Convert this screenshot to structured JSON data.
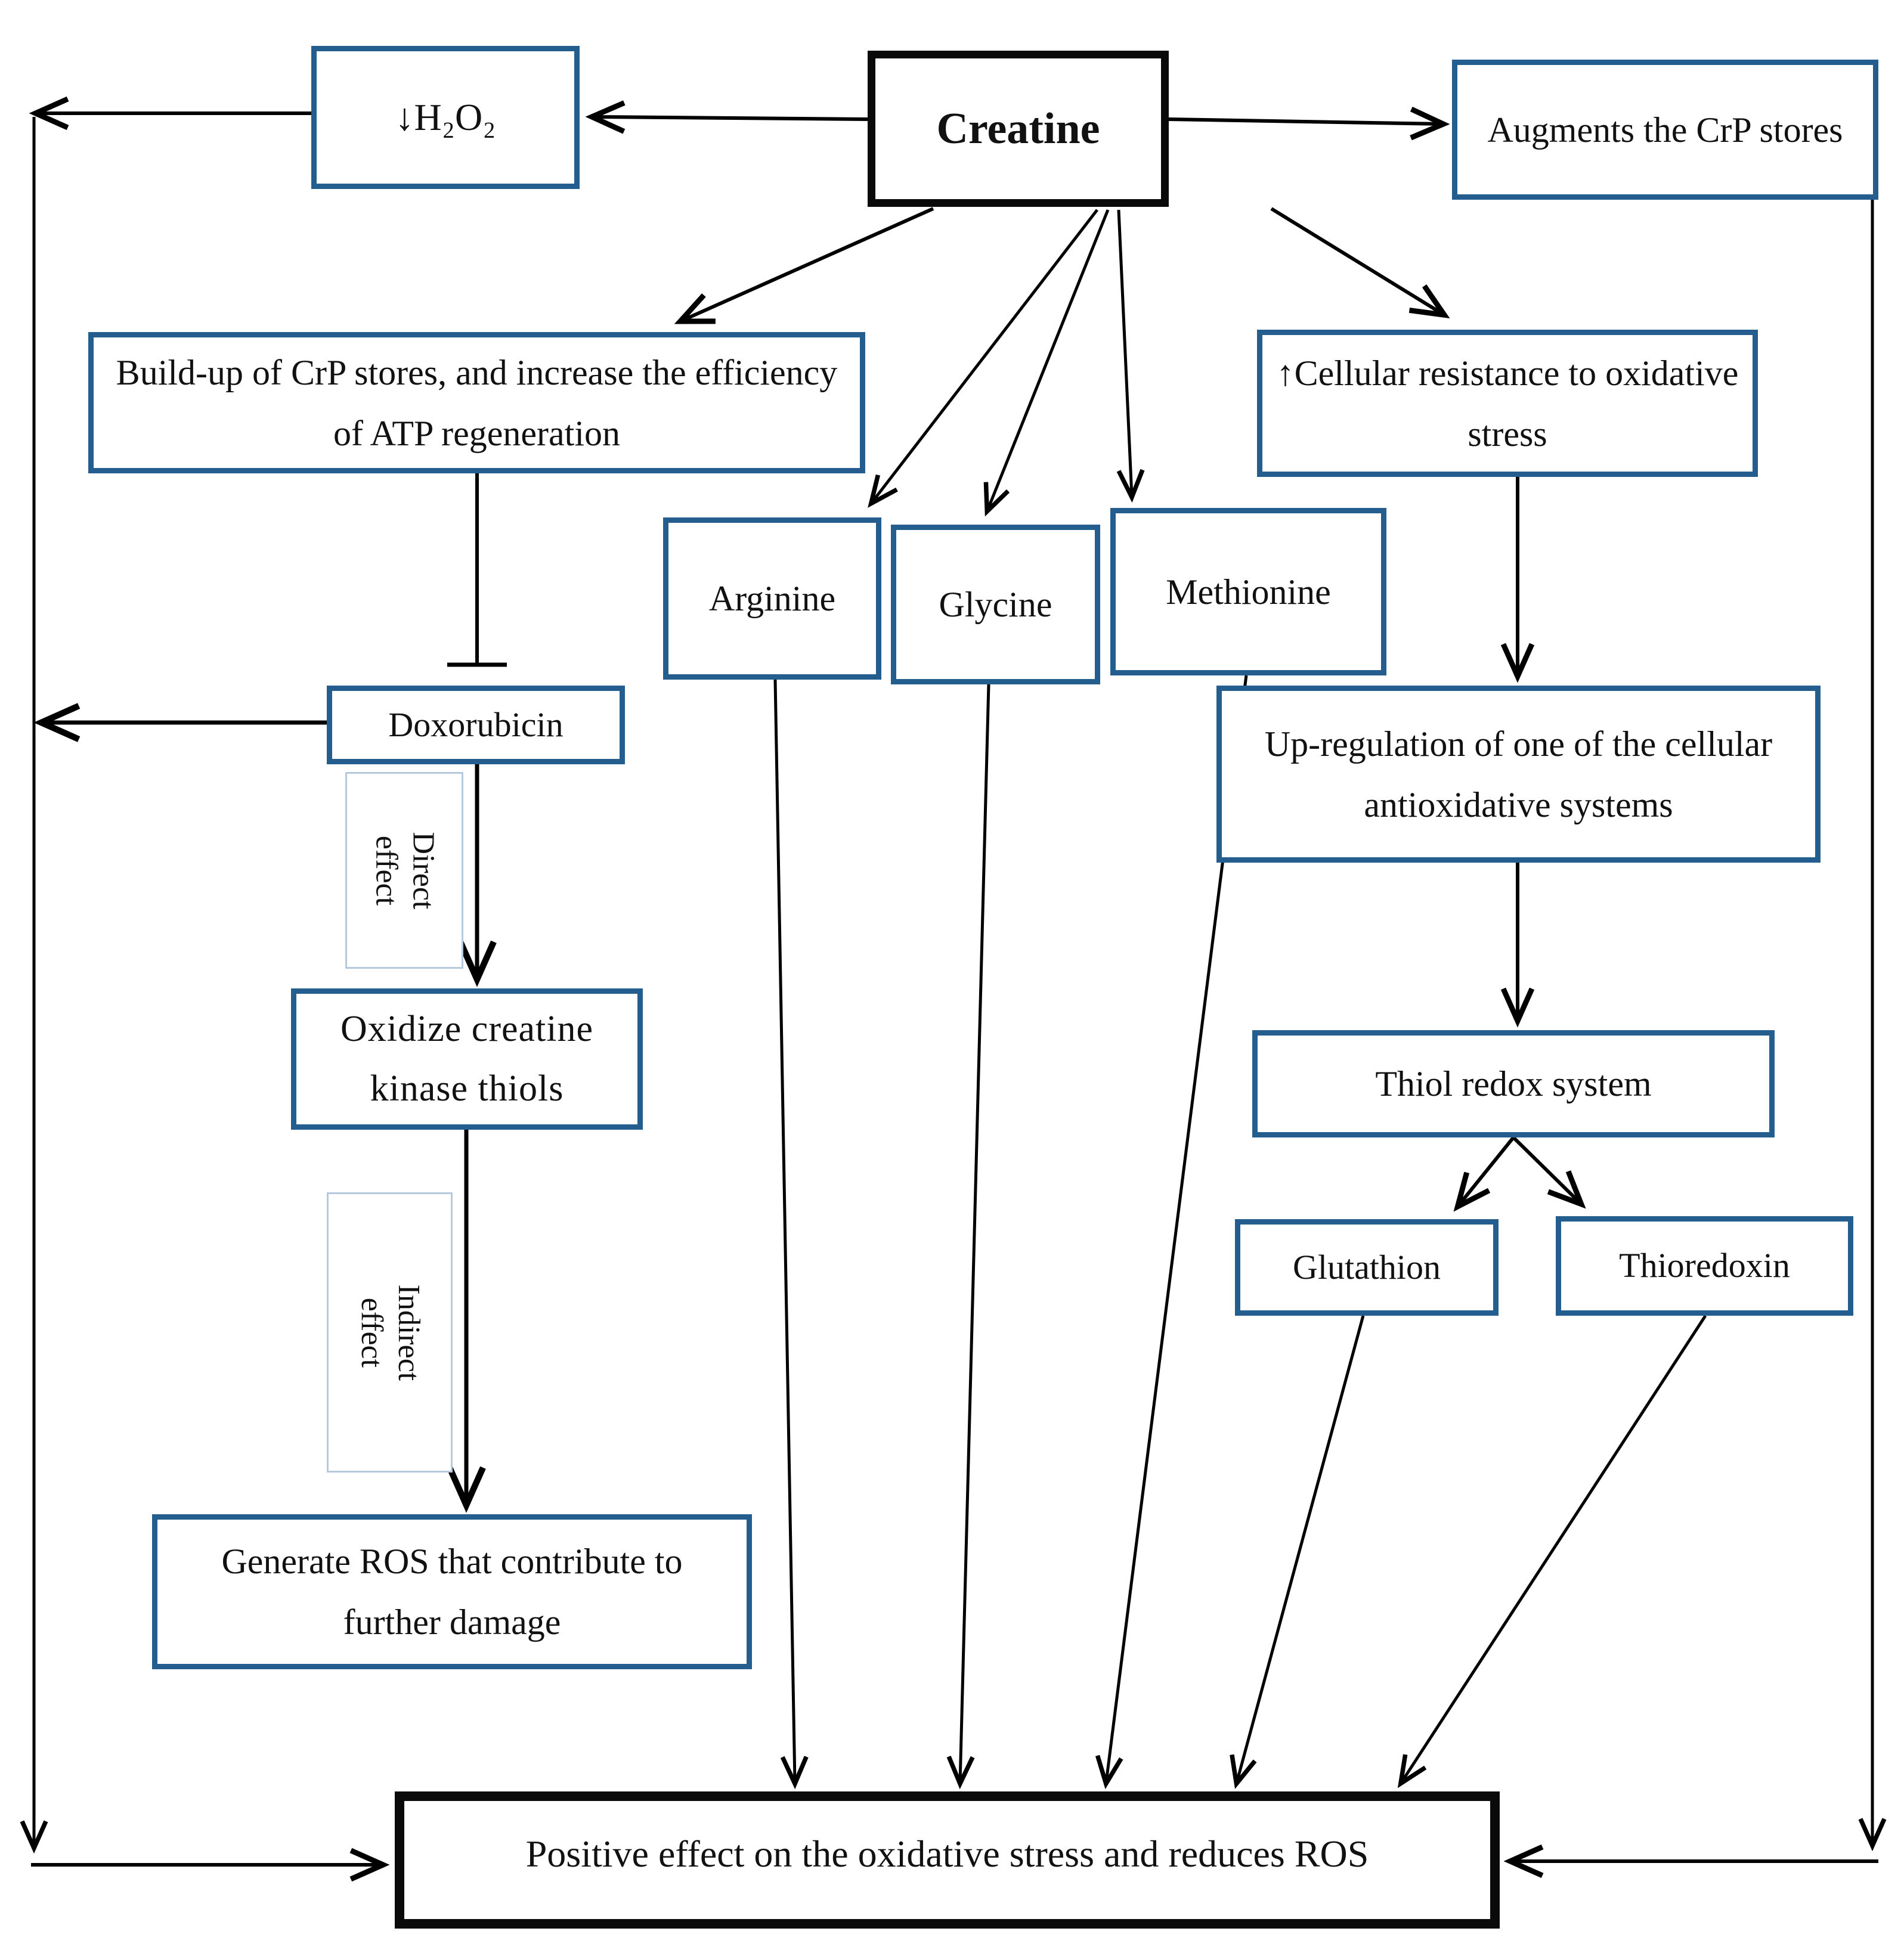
{
  "figure": {
    "type": "flowchart",
    "topic": "Effects of creatine on oxidative stress and ROS",
    "background": "#ffffff"
  },
  "colors": {
    "node_border_blue": "#235e8e",
    "node_border_black": "#0a0a0a",
    "label_border_light": "#b7c9de",
    "line": "#000000",
    "text": "#111111"
  },
  "nodes": {
    "creatine": {
      "label": "Creatine"
    },
    "h2o2": {
      "label": "↓H₂O₂"
    },
    "augments": {
      "label": "Augments the CrP stores"
    },
    "buildup": {
      "label": "Build-up of CrP stores, and increase the efficiency of ATP regeneration"
    },
    "cellular": {
      "label": "↑Cellular resistance to oxidative stress"
    },
    "arginine": {
      "label": "Arginine"
    },
    "glycine": {
      "label": "Glycine"
    },
    "methionine": {
      "label": "Methionine"
    },
    "doxorubicin": {
      "label": "Doxorubicin"
    },
    "direct": {
      "label_line1": "Direct",
      "label_line2": "effect"
    },
    "oxidize": {
      "label": "Oxidize creatine kinase thiols"
    },
    "indirect": {
      "label_line1": "Indirect",
      "label_line2": "effect"
    },
    "generate": {
      "label": "Generate ROS that contribute to further damage"
    },
    "upregulation": {
      "label": "Up-regulation of one of the cellular antioxidative systems"
    },
    "thiol": {
      "label": "Thiol redox system"
    },
    "glutathion": {
      "label": "Glutathion"
    },
    "thioredoxin": {
      "label": "Thioredoxin"
    },
    "positive": {
      "label": "Positive effect on the oxidative stress and reduces ROS"
    }
  },
  "edges": [
    {
      "from": "creatine",
      "to": "h2o2",
      "type": "arrow"
    },
    {
      "from": "h2o2",
      "to": "positive",
      "type": "arrow",
      "via": "left-rail"
    },
    {
      "from": "creatine",
      "to": "augments",
      "type": "arrow"
    },
    {
      "from": "augments",
      "to": "positive",
      "type": "arrow",
      "via": "right-rail"
    },
    {
      "from": "creatine",
      "to": "buildup",
      "type": "arrow"
    },
    {
      "from": "creatine",
      "to": "arginine",
      "type": "arrow"
    },
    {
      "from": "creatine",
      "to": "glycine",
      "type": "arrow"
    },
    {
      "from": "creatine",
      "to": "methionine",
      "type": "arrow"
    },
    {
      "from": "creatine",
      "to": "cellular",
      "type": "arrow"
    },
    {
      "from": "buildup",
      "to": "doxorubicin",
      "type": "inhibition"
    },
    {
      "from": "doxorubicin",
      "to": "positive",
      "type": "arrow",
      "via": "left-rail"
    },
    {
      "from": "doxorubicin",
      "to": "oxidize",
      "type": "arrow",
      "label": "Direct effect"
    },
    {
      "from": "oxidize",
      "to": "generate",
      "type": "arrow",
      "label": "Indirect effect"
    },
    {
      "from": "cellular",
      "to": "upregulation",
      "type": "arrow"
    },
    {
      "from": "upregulation",
      "to": "thiol",
      "type": "arrow"
    },
    {
      "from": "thiol",
      "to": "glutathion",
      "type": "arrow"
    },
    {
      "from": "thiol",
      "to": "thioredoxin",
      "type": "arrow"
    },
    {
      "from": "arginine",
      "to": "positive",
      "type": "arrow"
    },
    {
      "from": "glycine",
      "to": "positive",
      "type": "arrow"
    },
    {
      "from": "methionine",
      "to": "positive",
      "type": "arrow"
    },
    {
      "from": "glutathion",
      "to": "positive",
      "type": "arrow"
    },
    {
      "from": "thioredoxin",
      "to": "positive",
      "type": "arrow"
    }
  ]
}
